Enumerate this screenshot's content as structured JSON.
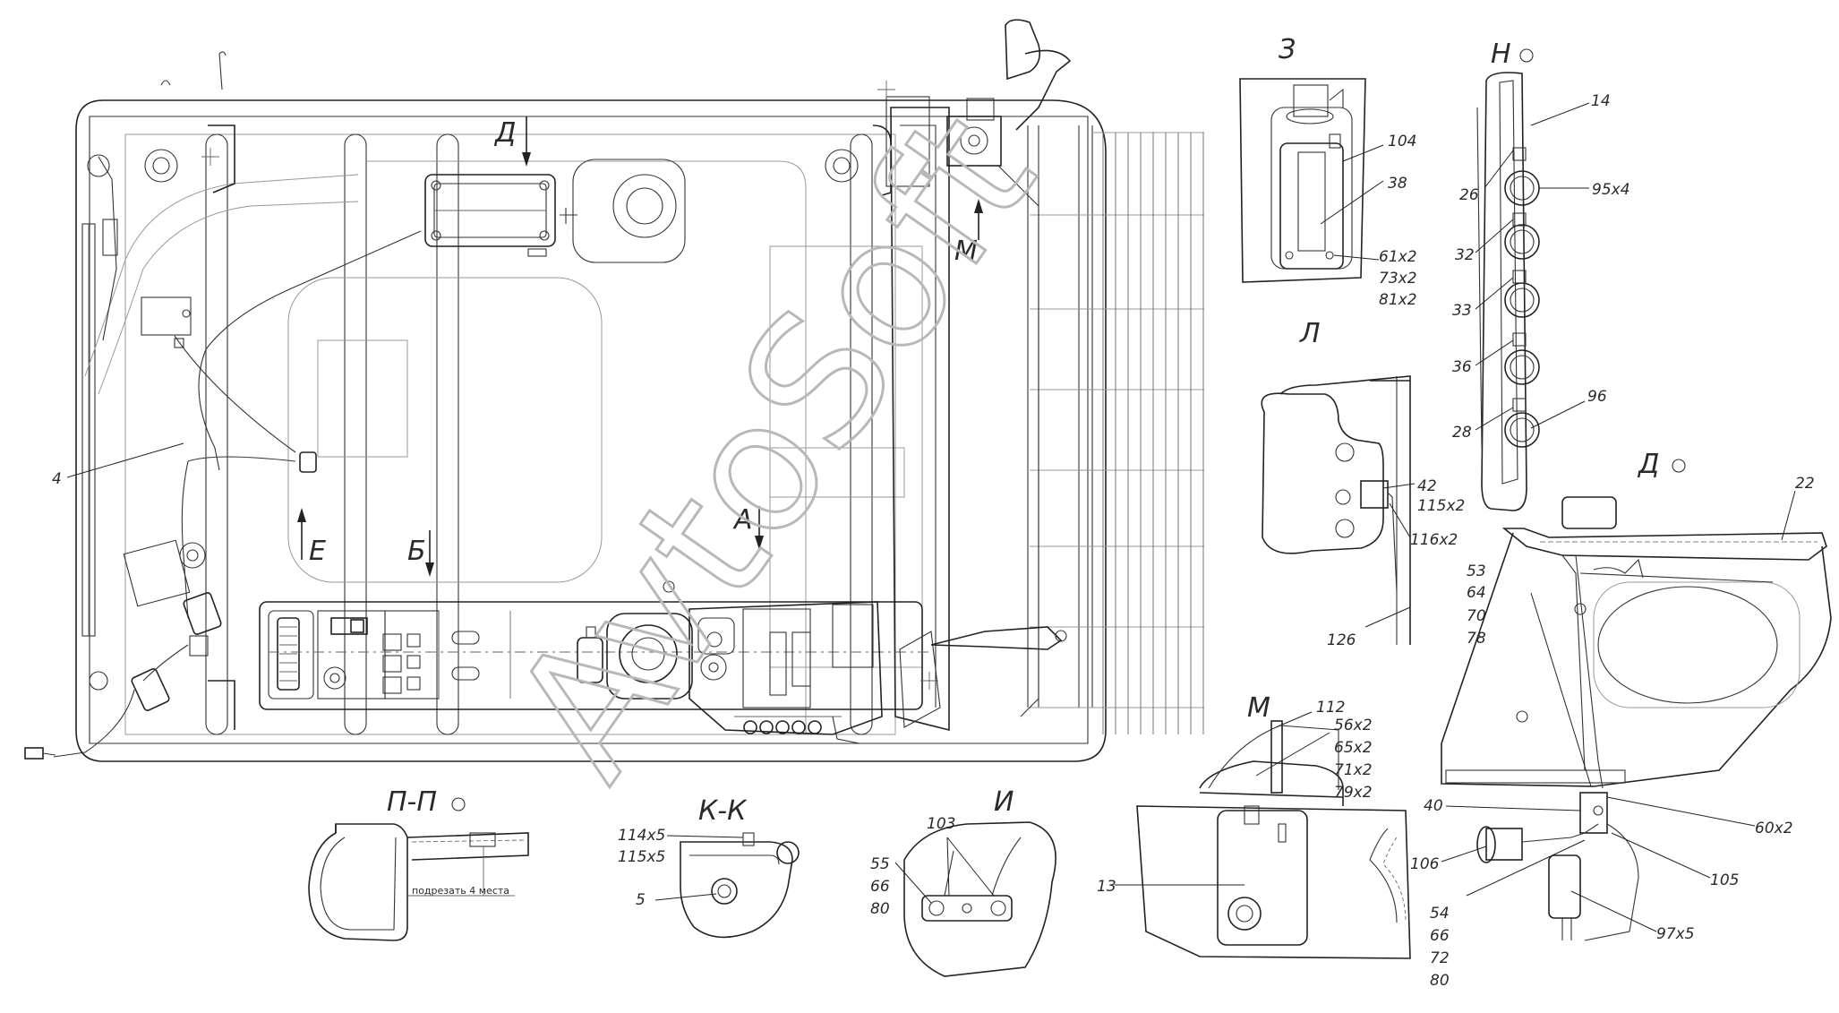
{
  "views": {
    "z": "З",
    "n": "Н",
    "l": "Л",
    "m": "М",
    "pp": "П-П",
    "kk": "К-К",
    "i": "И",
    "d": "Д"
  },
  "arrows": {
    "d": "Д",
    "m": "М",
    "e": "Е",
    "b": "Б",
    "a": "А"
  },
  "callouts": {
    "c4": "4",
    "c104": "104",
    "c38": "38",
    "c61": "61x2",
    "c73": "73x2",
    "c81": "81x2",
    "c14": "14",
    "c26": "26",
    "c95": "95x4",
    "c32": "32",
    "c33": "33",
    "c36": "36",
    "c28": "28",
    "c96": "96",
    "c42": "42",
    "c115a": "115x2",
    "c116": "116x2",
    "c126": "126",
    "c22": "22",
    "c53": "53",
    "c64": "64",
    "c70": "70",
    "c78": "78",
    "c40": "40",
    "c60": "60x2",
    "c106": "106",
    "c105": "105",
    "c54": "54",
    "c66b": "66",
    "c72": "72",
    "c80b": "80",
    "c97": "97x5",
    "c112": "112",
    "c56": "56x2",
    "c65": "65x2",
    "c71": "71x2",
    "c79": "79x2",
    "c13": "13",
    "c114": "114x5",
    "c115b": "115x5",
    "c5": "5",
    "c103": "103",
    "c55": "55",
    "c66a": "66",
    "c80a": "80"
  },
  "notes": {
    "trim": "подрезать 4 места"
  },
  "watermark": "AvtoSoft",
  "colors": {
    "line": "#222222",
    "watermark": "#b8b8b8"
  }
}
